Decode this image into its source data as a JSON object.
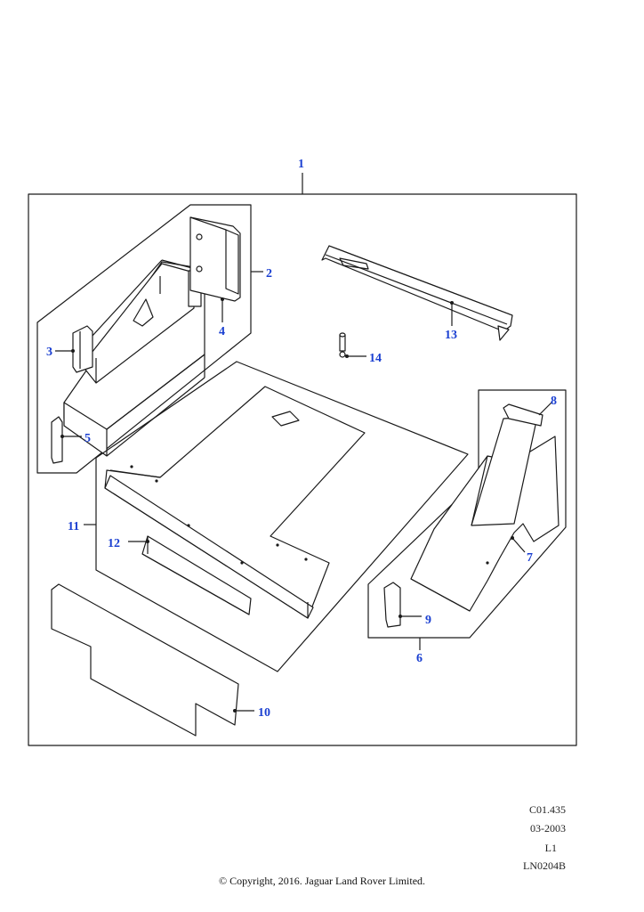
{
  "callouts": {
    "c1": "1",
    "c2": "2",
    "c3": "3",
    "c4": "4",
    "c5": "5",
    "c6": "6",
    "c7": "7",
    "c8": "8",
    "c9": "9",
    "c10": "10",
    "c11": "11",
    "c12": "12",
    "c13": "13",
    "c14": "14"
  },
  "reference": {
    "code": "C01.435",
    "date": "03-2003",
    "level": "L1",
    "illustration": "LN0204B"
  },
  "footer": {
    "copyright": "© Copyright, 2016. Jaguar Land Rover Limited."
  },
  "colors": {
    "callout": "#1a3fd1",
    "line": "#1a1a1a",
    "fill": "#ffffff"
  }
}
